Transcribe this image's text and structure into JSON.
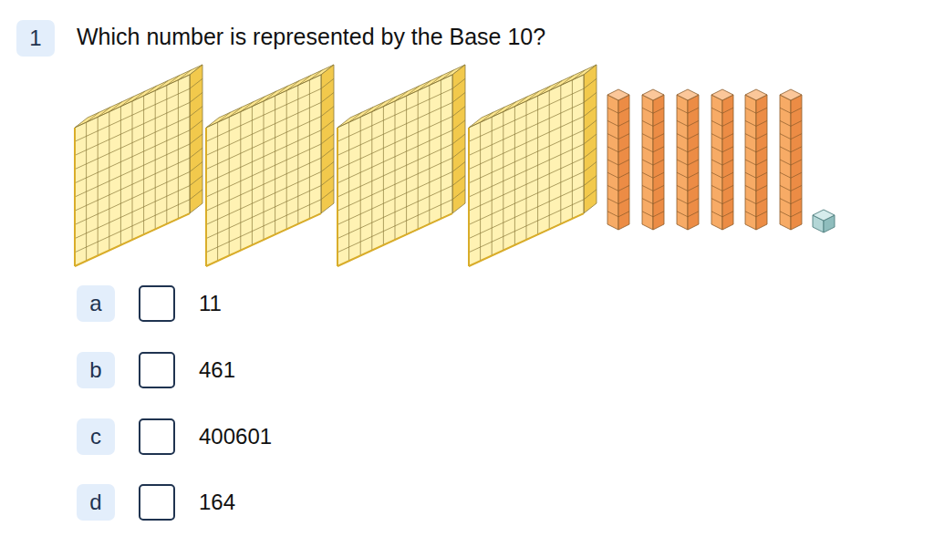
{
  "diagram": {
    "title": "Which number is represented by the Base 10?",
    "nodes": [
      {
        "text": [
          "1"
        ]
      },
      {
        "text": [
          "a"
        ]
      },
      {
        "text": [
          "b"
        ]
      },
      {
        "text": [
          "c"
        ]
      },
      {
        "text": [
          "d"
        ]
      }
    ],
    "labels": [
      "11",
      "461",
      "400601",
      "164"
    ]
  }
}
